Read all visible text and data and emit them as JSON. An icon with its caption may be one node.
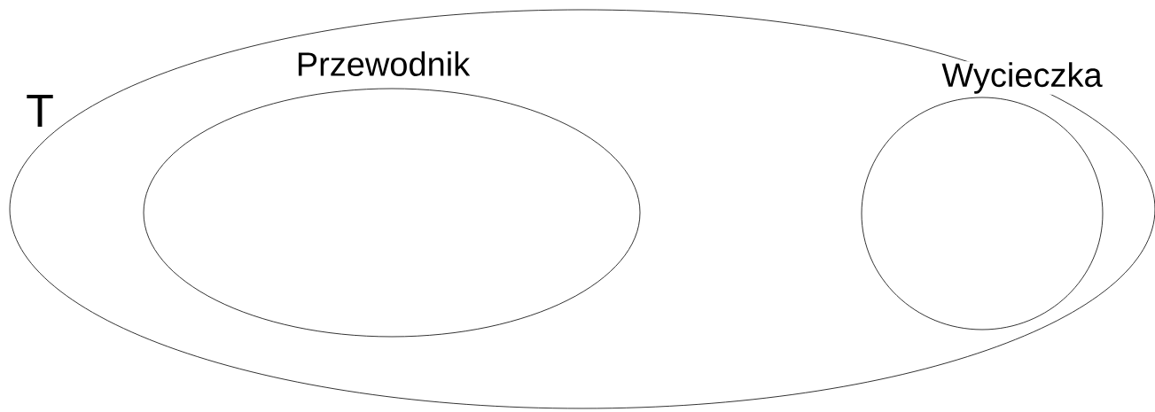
{
  "diagram": {
    "nodes": [
      {
        "text": [
          "T"
        ]
      },
      {
        "text": [
          "Przewodnik"
        ],
        "in": 0
      },
      {
        "text": [
          "Wycieczka"
        ],
        "in": 0
      }
    ]
  }
}
